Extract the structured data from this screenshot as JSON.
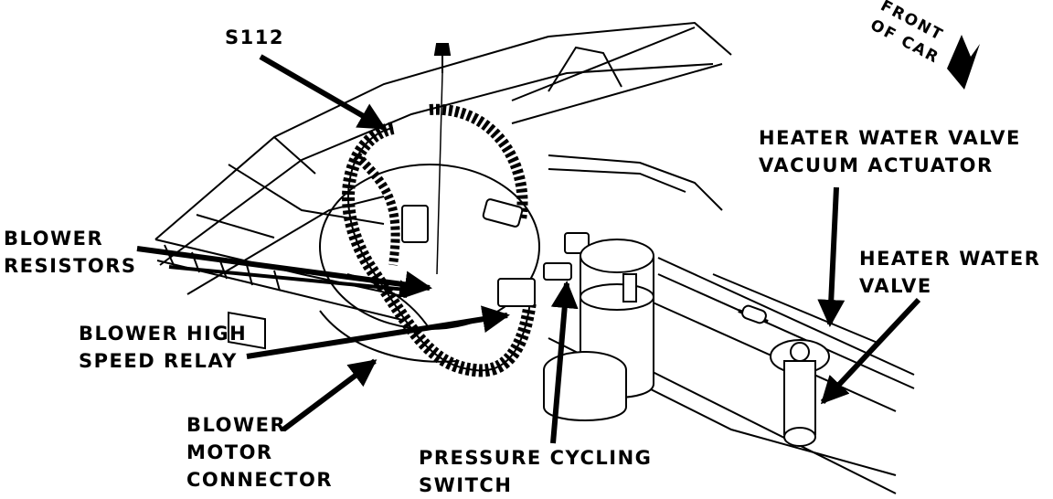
{
  "labels": {
    "s112": "S112",
    "front_line1": "FRONT",
    "front_line2": "OF CAR",
    "heater_valve_actuator_line1": "HEATER WATER VALVE",
    "heater_valve_actuator_line2": "VACUUM ACTUATOR",
    "heater_valve_line1": "HEATER WATER",
    "heater_valve_line2": "VALVE",
    "blower_resistors_line1": "BLOWER",
    "blower_resistors_line2": "RESISTORS",
    "blower_relay_line1": "BLOWER HIGH",
    "blower_relay_line2": "SPEED RELAY",
    "blower_motor_line1": "BLOWER",
    "blower_motor_line2": "MOTOR",
    "blower_motor_line3": "CONNECTOR",
    "pressure_switch_line1": "PRESSURE CYCLING",
    "pressure_switch_line2": "SWITCH"
  },
  "colors": {
    "ink": "#000000",
    "paper": "#ffffff"
  }
}
